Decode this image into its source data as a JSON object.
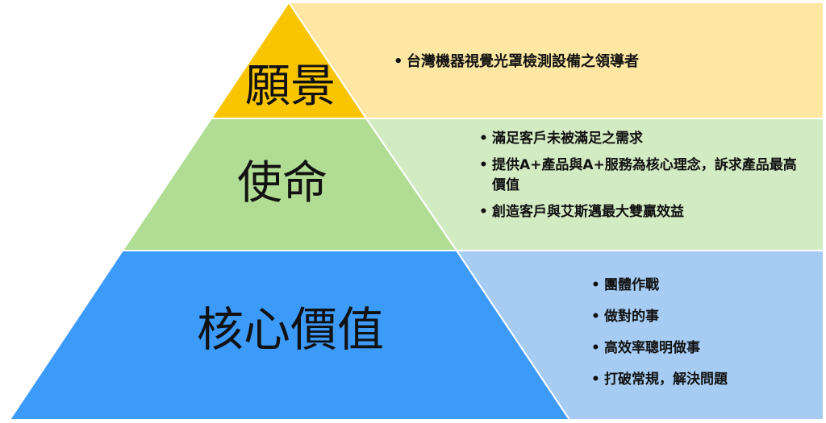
{
  "colors": {
    "vision_fill": "#F8C500",
    "vision_panel": "#FDE7A3",
    "mission_fill": "#B1DC94",
    "mission_panel": "#D3EBC3",
    "values_fill": "#3C9BF9",
    "values_panel": "#A6CCF3"
  },
  "tiers": {
    "vision": {
      "title": "願景",
      "bullets": [
        "台灣機器視覺光罩檢測設備之領導者"
      ]
    },
    "mission": {
      "title": "使命",
      "bullets": [
        "滿足客戶未被滿足之需求",
        "提供A+產品與A+服務為核心理念，訴求產品最高價值",
        "創造客戶與艾斯邁最大雙贏效益"
      ]
    },
    "values": {
      "title": "核心價值",
      "bullets": [
        "團體作戰",
        "做對的事",
        "高效率聰明做事",
        "打破常規，解決問題"
      ]
    }
  }
}
